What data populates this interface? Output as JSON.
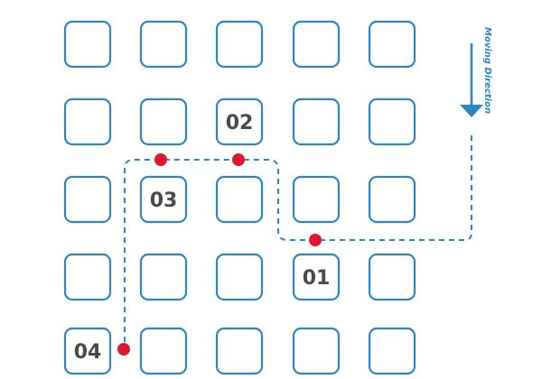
{
  "grid": {
    "rows": 5,
    "cols": 5,
    "labeled_cells": [
      {
        "row": 1,
        "col": 2,
        "label": "02"
      },
      {
        "row": 2,
        "col": 1,
        "label": "03"
      },
      {
        "row": 3,
        "col": 3,
        "label": "01"
      },
      {
        "row": 4,
        "col": 0,
        "label": "04"
      }
    ]
  },
  "direction": {
    "label": "Moving Direction",
    "arrow": "down-arrow-icon"
  },
  "colors": {
    "cell_stroke": "#2a87c4",
    "path": "#2a87c4",
    "stop_marker": "#e0182d",
    "label_text": "#4a4a4a"
  }
}
